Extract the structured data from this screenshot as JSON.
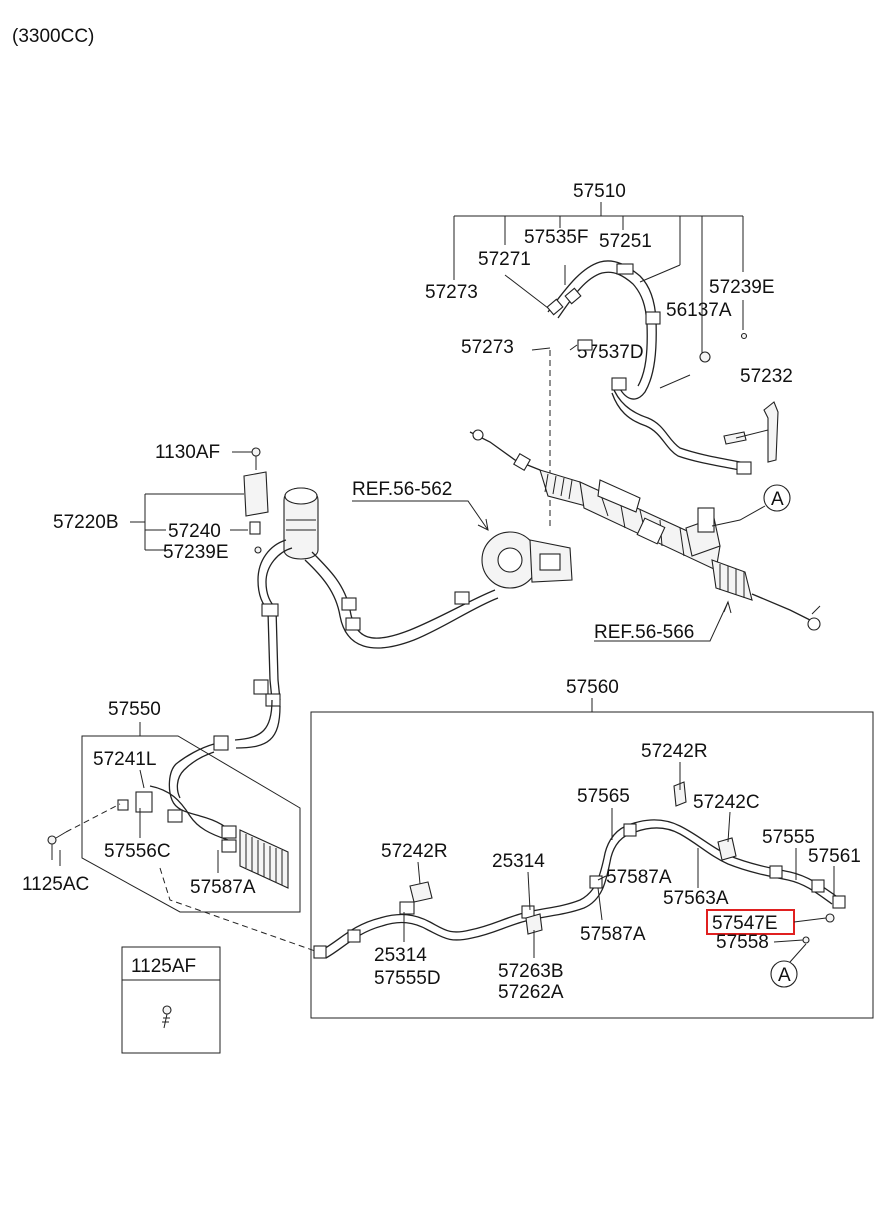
{
  "header": {
    "engine": "(3300CC)"
  },
  "colors": {
    "highlight": "#e02020",
    "line": "#222222"
  },
  "labels": {
    "p57510": "57510",
    "p57535F": "57535F",
    "p57251": "57251",
    "p57271": "57271",
    "p57273a": "57273",
    "p57239E_top": "57239E",
    "p56137A": "56137A",
    "p57273b": "57273",
    "p57537D": "57537D",
    "p57232": "57232",
    "p1130AF": "1130AF",
    "ref56562": "REF.56-562",
    "p57220B": "57220B",
    "p57240": "57240",
    "p57239E_left": "57239E",
    "circleA_top": "A",
    "ref56566": "REF.56-566",
    "p57560": "57560",
    "p57550": "57550",
    "p57241L": "57241L",
    "p57556C": "57556C",
    "p1125AC": "1125AC",
    "p57587A_left": "57587A",
    "p57242R_top": "57242R",
    "p57565": "57565",
    "p57242C": "57242C",
    "p57555": "57555",
    "p57561": "57561",
    "p57242R_mid": "57242R",
    "p25314_mid": "25314",
    "p57587A_r1": "57587A",
    "p57563A": "57563A",
    "p57547E": "57547E",
    "p57558": "57558",
    "circleA_bottom": "A",
    "p25314_low": "25314",
    "p57555D": "57555D",
    "p57263B": "57263B",
    "p57262A": "57262A",
    "p57587A_r2": "57587A",
    "p1125AF_box": "1125AF"
  }
}
